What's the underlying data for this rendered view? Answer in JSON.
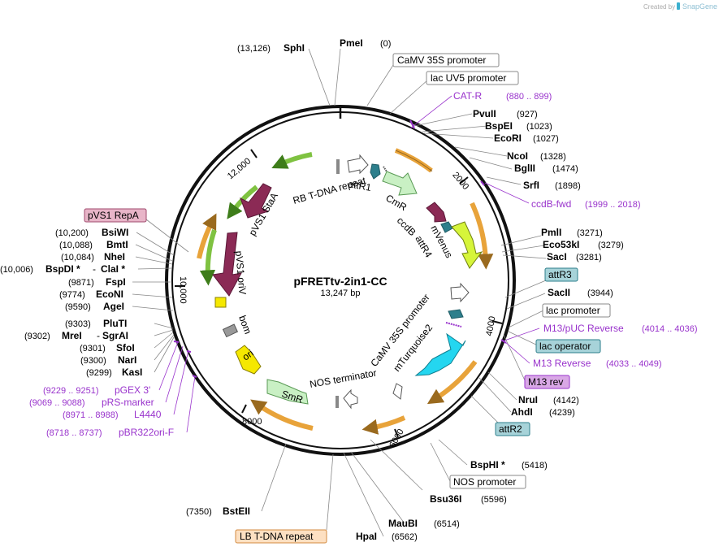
{
  "header": {
    "created_by": "Created by",
    "brand": "SnapGene"
  },
  "plasmid": {
    "name": "pFRETtv-2in1-CC",
    "size": "13,247 bp"
  },
  "ticks": [
    "2000",
    "4000",
    "6000",
    "8000",
    "10,000",
    "12,000"
  ],
  "enzymes": [
    {
      "name": "PmeI",
      "pos": "(0)"
    },
    {
      "name": "SphI",
      "pos": "(13,126)"
    },
    {
      "name": "PvuII",
      "pos": "(927)"
    },
    {
      "name": "BspEI",
      "pos": "(1023)"
    },
    {
      "name": "EcoRI",
      "pos": "(1027)"
    },
    {
      "name": "NcoI",
      "pos": "(1328)"
    },
    {
      "name": "BglII",
      "pos": "(1474)"
    },
    {
      "name": "SrfI",
      "pos": "(1898)"
    },
    {
      "name": "PmlI",
      "pos": "(3271)"
    },
    {
      "name": "Eco53kI",
      "pos": "(3279)"
    },
    {
      "name": "SacI",
      "pos": "(3281)"
    },
    {
      "name": "SacII",
      "pos": "(3944)"
    },
    {
      "name": "NruI",
      "pos": "(4142)"
    },
    {
      "name": "AhdI",
      "pos": "(4239)"
    },
    {
      "name": "BspHI *",
      "pos": "(5418)"
    },
    {
      "name": "Bsu36I",
      "pos": "(5596)"
    },
    {
      "name": "MauBI",
      "pos": "(6514)"
    },
    {
      "name": "HpaI",
      "pos": "(6562)"
    },
    {
      "name": "BstEII",
      "pos": "(7350)"
    },
    {
      "name": "KasI",
      "pos": "(9299)"
    },
    {
      "name": "NarI",
      "pos": "(9300)"
    },
    {
      "name": "SfoI",
      "pos": "(9301)"
    },
    {
      "name": "SgrAI",
      "pos": ""
    },
    {
      "name": "MreI",
      "pos": "(9302)"
    },
    {
      "name": "PluTI",
      "pos": "(9303)"
    },
    {
      "name": "AgeI",
      "pos": "(9590)"
    },
    {
      "name": "EcoNI",
      "pos": "(9774)"
    },
    {
      "name": "FspI",
      "pos": "(9871)"
    },
    {
      "name": "ClaI *",
      "pos": ""
    },
    {
      "name": "BspDI *",
      "pos": "(10,006)"
    },
    {
      "name": "NheI",
      "pos": "(10,084)"
    },
    {
      "name": "BmtI",
      "pos": "(10,088)"
    },
    {
      "name": "BsiWI",
      "pos": "(10,200)"
    }
  ],
  "boxed_labels": [
    {
      "text": "CaMV 35S promoter",
      "style": "plain"
    },
    {
      "text": "lac UV5 promoter",
      "style": "plain"
    },
    {
      "text": "attR3",
      "style": "teal"
    },
    {
      "text": "lac promoter",
      "style": "plain"
    },
    {
      "text": "lac operator",
      "style": "teal"
    },
    {
      "text": "M13 rev",
      "style": "purple"
    },
    {
      "text": "attR2",
      "style": "teal"
    },
    {
      "text": "NOS promoter",
      "style": "plain"
    },
    {
      "text": "LB T-DNA repeat",
      "style": "orange"
    },
    {
      "text": "pVS1 RepA",
      "style": "pink"
    }
  ],
  "primers": [
    {
      "name": "CAT-R",
      "range": "(880 .. 899)"
    },
    {
      "name": "ccdB-fwd",
      "range": "(1999 .. 2018)"
    },
    {
      "name": "M13/pUC Reverse",
      "range": "(4014 .. 4036)"
    },
    {
      "name": "M13 Reverse",
      "range": "(4033 .. 4049)"
    },
    {
      "name": "pGEX 3'",
      "range": "(9229 .. 9251)"
    },
    {
      "name": "pRS-marker",
      "range": "(9069 .. 9088)"
    },
    {
      "name": "L4440",
      "range": "(8971 .. 8988)"
    },
    {
      "name": "pBR322ori-F",
      "range": "(8718 .. 8737)"
    }
  ],
  "features": [
    "RB T-DNA repeat",
    "attR1",
    "CmR",
    "ccdB",
    "attR4",
    "mVenus",
    "CaMV 35S promoter",
    "mTurquoise2",
    "NOS terminator",
    "SmR",
    "ori",
    "bom",
    "pVS1 oriV",
    "pVS1 StaA"
  ],
  "colors": {
    "primer": "#9933cc",
    "orf_orange": "#e8a33a",
    "orf_green": "#7fc241",
    "maroon": "#8b2a55",
    "teal": "#2d7f8c",
    "cyan": "#24d6f0",
    "venus": "#d6f53a",
    "light_green": "#c9f0c4",
    "yellow": "#f5e800"
  }
}
